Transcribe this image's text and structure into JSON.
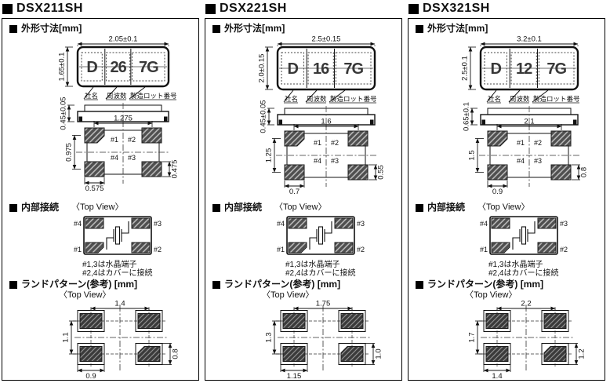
{
  "page": {
    "background": "#ffffff",
    "ink": "#111111"
  },
  "labels": {
    "bullet": "■",
    "top_view": "〈Top View〉",
    "outline_section": "外形寸法[mm]",
    "internal_section": "内部接続",
    "land_section": "ランドパターン(参考)  [mm]"
  },
  "columns": [
    {
      "title": "DSX211SH",
      "outline": {
        "width_dim": "2.05±0.1",
        "height_dim": "1.65±0.1",
        "thickness_dim": "0.45±0.05",
        "marking": [
          "D",
          "26",
          "7G"
        ],
        "marking_labels": [
          "社名",
          "周波数",
          "製造ロット番号"
        ],
        "bottom": {
          "pitch_x": "1.275",
          "pitch_y": "0.975",
          "pad_width": "0.575",
          "pad_height": "0.475",
          "pad_labels": {
            "top_left": "#1",
            "top_right": "#2",
            "bottom_left": "#4",
            "bottom_right": "#3"
          }
        }
      },
      "internal": {
        "pad_labels": {
          "top_left": "#4",
          "top_right": "#3",
          "bottom_left": "#1",
          "bottom_right": "#2"
        },
        "notes": [
          "#1,3は水晶端子",
          "#2,4はカバーに接続"
        ]
      },
      "land": {
        "pitch_x": "1.4",
        "pitch_y": "1.1",
        "pad_width": "0.9",
        "pad_height": "0.8"
      }
    },
    {
      "title": "DSX221SH",
      "outline": {
        "width_dim": "2.5±0.15",
        "height_dim": "2.0±0.15",
        "thickness_dim": "0.45±0.05",
        "marking": [
          "D",
          "16",
          "7G"
        ],
        "marking_labels": [
          "社名",
          "周波数",
          "製造ロット番号"
        ],
        "bottom": {
          "pitch_x": "1.6",
          "pitch_y": "1.25",
          "pad_width": "0.7",
          "pad_height": "0.55",
          "pad_labels": {
            "top_left": "#1",
            "top_right": "#2",
            "bottom_left": "#4",
            "bottom_right": "#3"
          }
        }
      },
      "internal": {
        "pad_labels": {
          "top_left": "#4",
          "top_right": "#3",
          "bottom_left": "#1",
          "bottom_right": "#2"
        },
        "notes": [
          "#1,3は水晶端子",
          "#2,4はカバーに接続"
        ]
      },
      "land": {
        "pitch_x": "1.75",
        "pitch_y": "1.3",
        "pad_width": "1.15",
        "pad_height": "1.0"
      }
    },
    {
      "title": "DSX321SH",
      "outline": {
        "width_dim": "3.2±0.1",
        "height_dim": "2.5±0.1",
        "thickness_dim": "0.65±0.1",
        "marking": [
          "D",
          "12",
          "7G"
        ],
        "marking_labels": [
          "社名",
          "周波数",
          "製造ロット番号"
        ],
        "bottom": {
          "pitch_x": "2.1",
          "pitch_y": "1.5",
          "pad_width": "0.9",
          "pad_height": "0.8",
          "pad_labels": {
            "top_left": "#1",
            "top_right": "#2",
            "bottom_left": "#4",
            "bottom_right": "#3"
          }
        }
      },
      "internal": {
        "pad_labels": {
          "top_left": "#4",
          "top_right": "#3",
          "bottom_left": "#1",
          "bottom_right": "#2"
        },
        "notes": [
          "#1,3は水晶端子",
          "#2,4はカバーに接続"
        ]
      },
      "land": {
        "pitch_x": "2.2",
        "pitch_y": "1.7",
        "pad_width": "1.4",
        "pad_height": "1.2"
      }
    }
  ]
}
